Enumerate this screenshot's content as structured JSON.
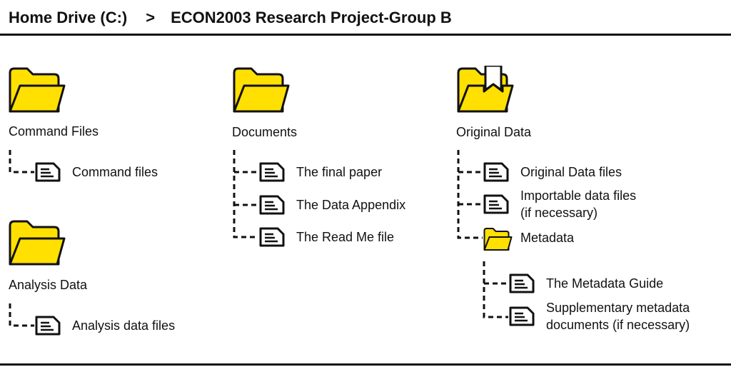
{
  "breadcrumb": {
    "root": "Home Drive (C:)",
    "separator": ">",
    "current": "ECON2003 Research Project-Group B"
  },
  "folders": {
    "command": {
      "name": "Command Files",
      "items": [
        "Command files"
      ]
    },
    "analysis": {
      "name": "Analysis Data",
      "items": [
        "Analysis data files"
      ]
    },
    "documents": {
      "name": "Documents",
      "items": [
        "The final paper",
        "The Data Appendix",
        "The Read Me file"
      ]
    },
    "original": {
      "name": "Original Data",
      "items": [
        "Original Data files",
        "Importable data files",
        "(if necessary)"
      ],
      "subfolder": {
        "name": "Metadata",
        "items": [
          "The Metadata Guide",
          "Supplementary metadata",
          "documents (if necessary)"
        ]
      }
    }
  },
  "colors": {
    "folder": "#FFE000",
    "stroke": "#111111"
  },
  "icons": {
    "folder": "folder-icon",
    "bookmarked-folder": "bookmarked-folder-icon",
    "document": "document-icon"
  }
}
